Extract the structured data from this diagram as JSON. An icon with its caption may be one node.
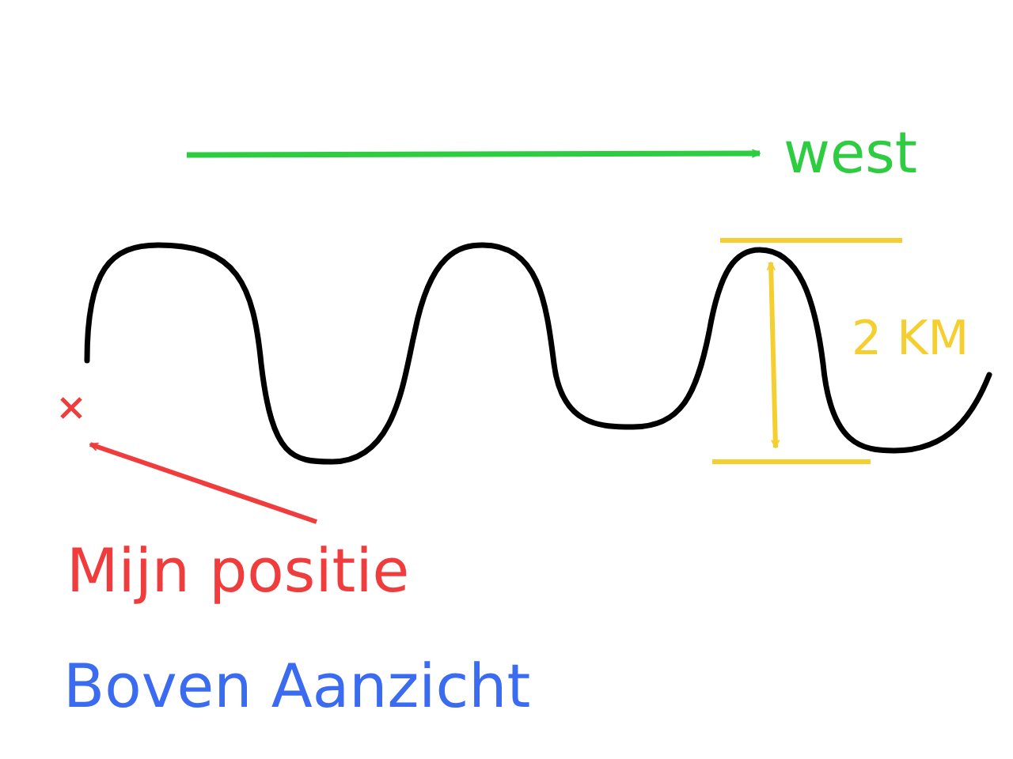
{
  "diagram": {
    "nodes": [
      {
        "text": [],
        "shape": "cross"
      },
      {
        "text": [
          "Mijn positie"
        ]
      }
    ],
    "edges": [
      {
        "from": 1,
        "to": 0,
        "arrow": "to"
      }
    ],
    "labels": [
      "west",
      "2 KM",
      "Boven Aanzicht"
    ]
  }
}
